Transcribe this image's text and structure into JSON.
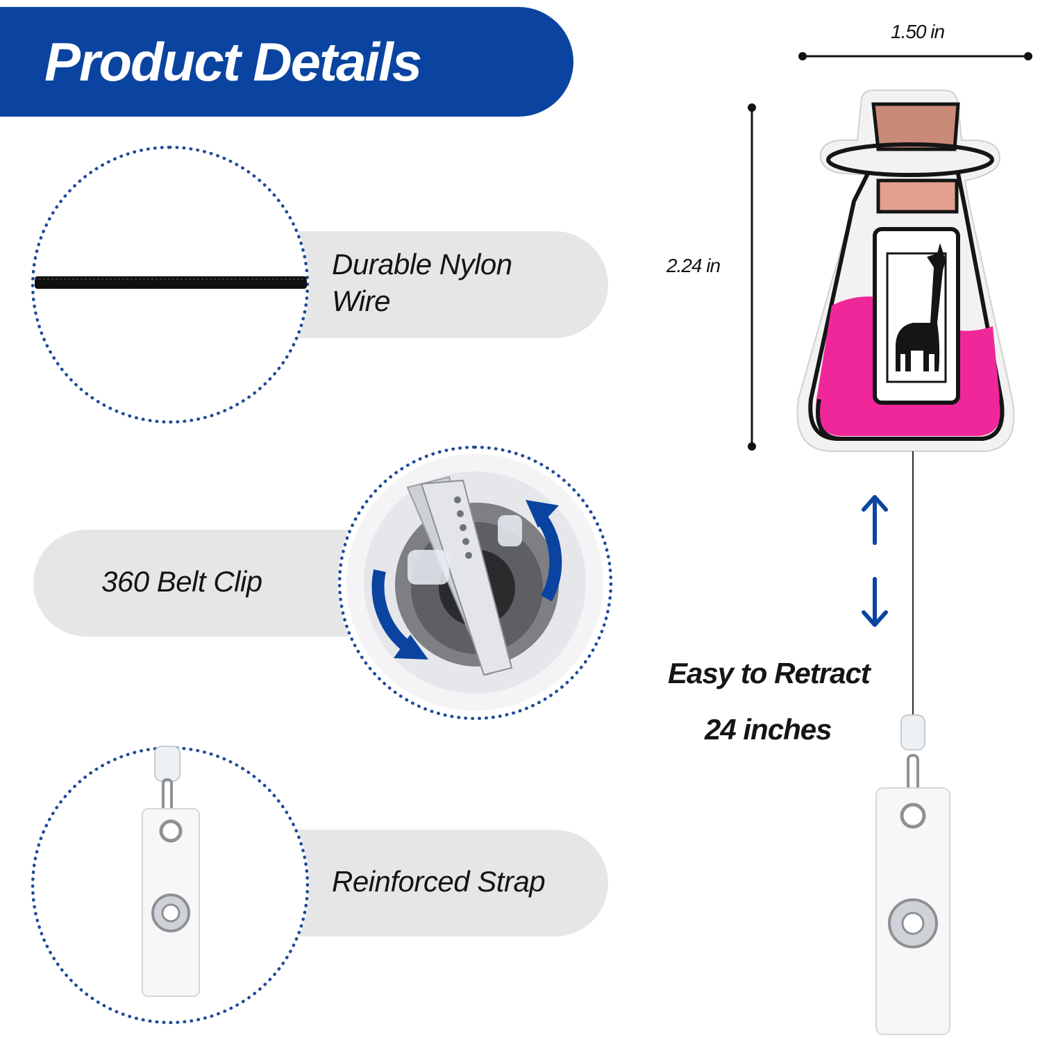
{
  "banner": {
    "title": "Product Details"
  },
  "features": [
    {
      "line1": "Durable Nylon",
      "line2": "Wire"
    },
    {
      "label": "360 Belt Clip"
    },
    {
      "label": "Reinforced Strap"
    }
  ],
  "dimensions": {
    "width": "1.50 in",
    "height": "2.24 in"
  },
  "retract": {
    "line1": "Easy to Retract",
    "line2": "24 inches"
  },
  "colors": {
    "brand_blue": "#0a44a0",
    "pill_gray": "#e6e6e6",
    "liquid_pink": "#f0279a",
    "cork": "#c08070"
  },
  "icons": [
    "nylon-wire-icon",
    "belt-clip-icon",
    "rotate-arrow-icon",
    "strap-icon",
    "flask-badge-icon",
    "up-arrow-icon",
    "down-arrow-icon"
  ]
}
